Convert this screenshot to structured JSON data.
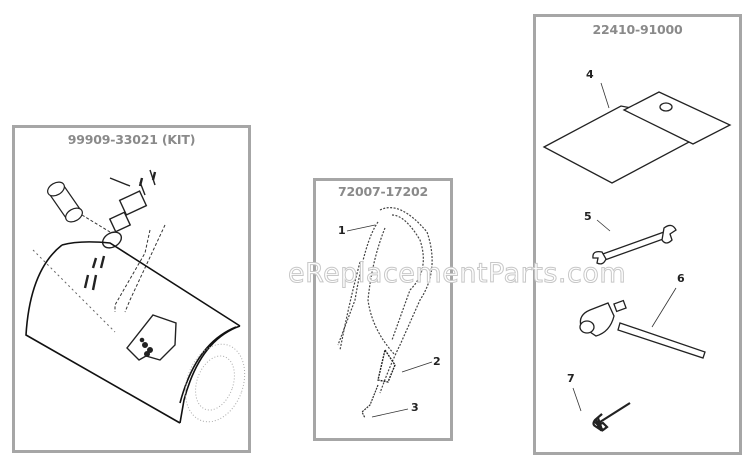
{
  "watermark": "eReplacementParts.com",
  "colors": {
    "frame": "#a6a6a6",
    "title": "#8a8a8a",
    "line": "#222222"
  },
  "panels": [
    {
      "id": "kit",
      "title": "99909-33021 (KIT)",
      "callouts": []
    },
    {
      "id": "harness",
      "title": "72007-17202",
      "callouts": [
        {
          "label": "1"
        },
        {
          "label": "2"
        },
        {
          "label": "3"
        }
      ]
    },
    {
      "id": "tools",
      "title": "22410-91000",
      "callouts": [
        {
          "label": "4"
        },
        {
          "label": "5"
        },
        {
          "label": "6"
        },
        {
          "label": "7"
        }
      ]
    }
  ],
  "parts": {
    "1": "shoulder-strap",
    "2": "strap-buckle",
    "3": "strap-hook",
    "4": "tool-bag",
    "5": "open-end-wrench",
    "6": "spark-plug-socket-wrench",
    "7": "hex-key"
  }
}
